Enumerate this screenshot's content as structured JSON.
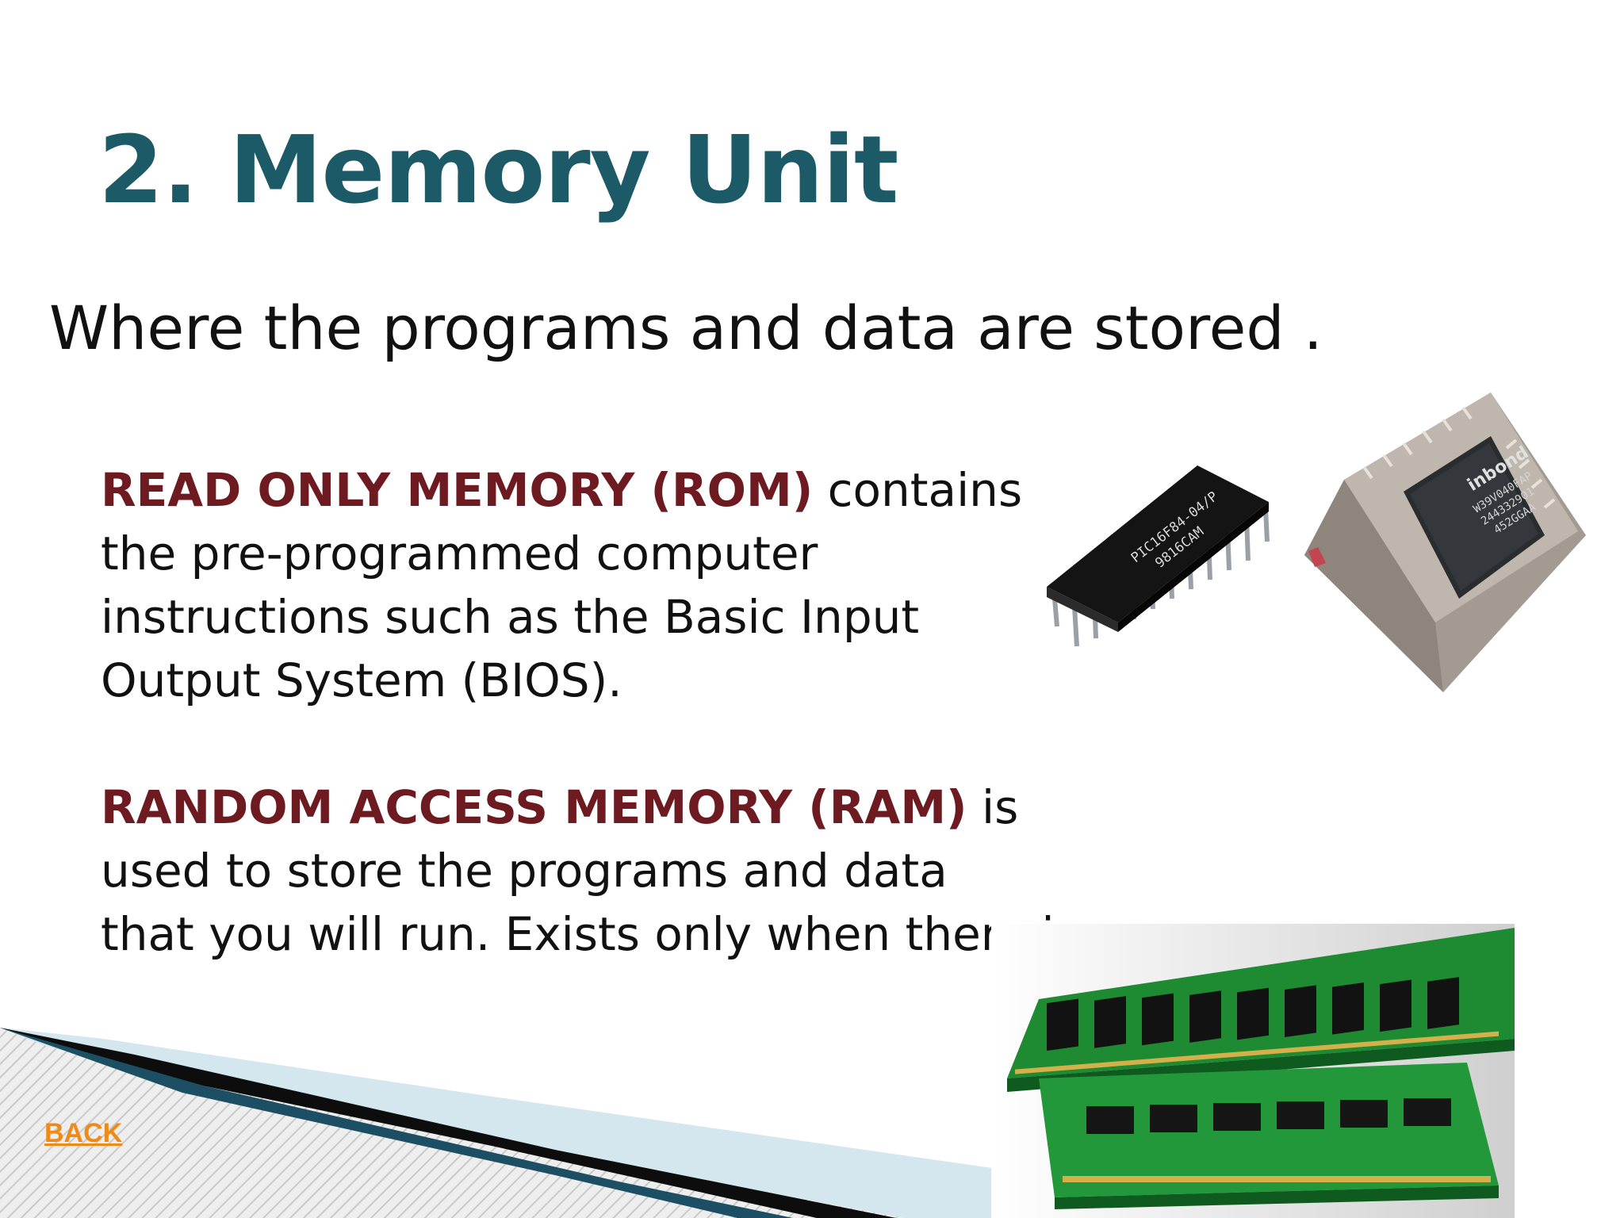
{
  "slide": {
    "title": "2. Memory Unit",
    "subtitle": "Where the programs and data are stored .",
    "rom": {
      "term": "READ ONLY MEMORY (ROM)",
      "line1_rest": " contains",
      "line2": "the pre-programmed computer",
      "line3": "instructions such as the Basic Input",
      "line4": "Output System (BIOS)."
    },
    "ram": {
      "term": "RANDOM ACCESS MEMORY (RAM)",
      "line1_rest": " is",
      "line2": "used to store the programs and data",
      "line3": "that you will run.  Exists only when there is power."
    },
    "chips": {
      "dip_line1": "PIC16F84-04/P",
      "dip_line2": "9816CAM",
      "plcc_brand": "inbond",
      "plcc_line1": "W39V040FAP",
      "plcc_line2": "244332901",
      "plcc_line3": "452GGAA"
    },
    "back_label": "BACK"
  },
  "colors": {
    "title": "#1b5a66",
    "term": "#6e1a21",
    "body": "#111111",
    "back_link": "#f08a16",
    "ram_pcb": "#1e8a32"
  }
}
